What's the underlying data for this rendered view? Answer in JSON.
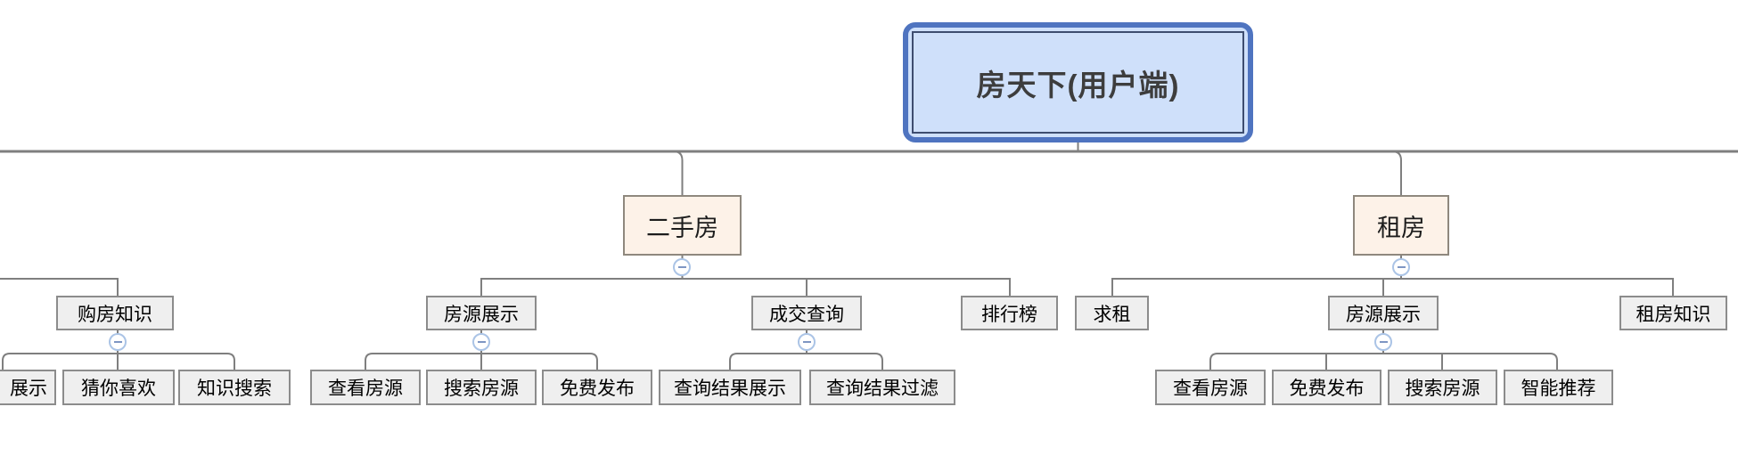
{
  "diagram_type": "mindmap-tree",
  "nodes": {
    "root": {
      "label": "房天下(用户端)",
      "level": 0
    },
    "second_hand_house": {
      "label": "二手房",
      "level": 1
    },
    "rent_house": {
      "label": "租房",
      "level": 1
    },
    "buy_knowledge": {
      "label": "购房知识",
      "level": 2
    },
    "display_cut": {
      "label": "展示",
      "level": 3,
      "note": "partially cut off by left edge"
    },
    "guess_you_like": {
      "label": "猜你喜欢",
      "level": 3
    },
    "knowledge_search": {
      "label": "知识搜索",
      "level": 3
    },
    "sh_listing_display": {
      "label": "房源展示",
      "level": 2
    },
    "sh_view_listing": {
      "label": "查看房源",
      "level": 3
    },
    "sh_search_listing": {
      "label": "搜索房源",
      "level": 3
    },
    "sh_free_publish": {
      "label": "免费发布",
      "level": 3
    },
    "deal_query": {
      "label": "成交查询",
      "level": 2
    },
    "query_result_display": {
      "label": "查询结果展示",
      "level": 3
    },
    "query_result_filter": {
      "label": "查询结果过滤",
      "level": 3
    },
    "ranking": {
      "label": "排行榜",
      "level": 2
    },
    "seek_rent": {
      "label": "求租",
      "level": 2
    },
    "rent_listing_display": {
      "label": "房源展示",
      "level": 2
    },
    "rent_view_listing": {
      "label": "查看房源",
      "level": 3
    },
    "rent_free_publish": {
      "label": "免费发布",
      "level": 3
    },
    "rent_search_listing": {
      "label": "搜索房源",
      "level": 3
    },
    "smart_recommend": {
      "label": "智能推荐",
      "level": 3
    },
    "rent_knowledge": {
      "label": "租房知识",
      "level": 2
    }
  },
  "hierarchy": {
    "root": [
      "second_hand_house",
      "rent_house"
    ],
    "second_hand_house": [
      "sh_listing_display",
      "deal_query",
      "ranking"
    ],
    "rent_house": [
      "seek_rent",
      "rent_listing_display",
      "rent_knowledge"
    ],
    "buy_knowledge": [
      "display_cut",
      "guess_you_like",
      "knowledge_search"
    ],
    "sh_listing_display": [
      "sh_view_listing",
      "sh_search_listing",
      "sh_free_publish"
    ],
    "deal_query": [
      "query_result_display",
      "query_result_filter"
    ],
    "rent_listing_display": [
      "rent_view_listing",
      "rent_free_publish",
      "rent_search_listing",
      "smart_recommend"
    ]
  },
  "icons": {
    "collapse": "minus-circle"
  },
  "colors": {
    "background": "#ffffff",
    "root_fill": "#cfe0fa",
    "root_border": "#4f74c0",
    "root_inner_border": "#3e4d6f",
    "root_text": "#3d3d3d",
    "branch_fill": "#fdf2e8",
    "branch_border": "#8f887e",
    "leaf_fill": "#efefef",
    "leaf_border": "#8c8c8c",
    "line": "#7f7f7f",
    "collapse_ring": "#abc4e6",
    "collapse_minus": "#7e96c3"
  }
}
